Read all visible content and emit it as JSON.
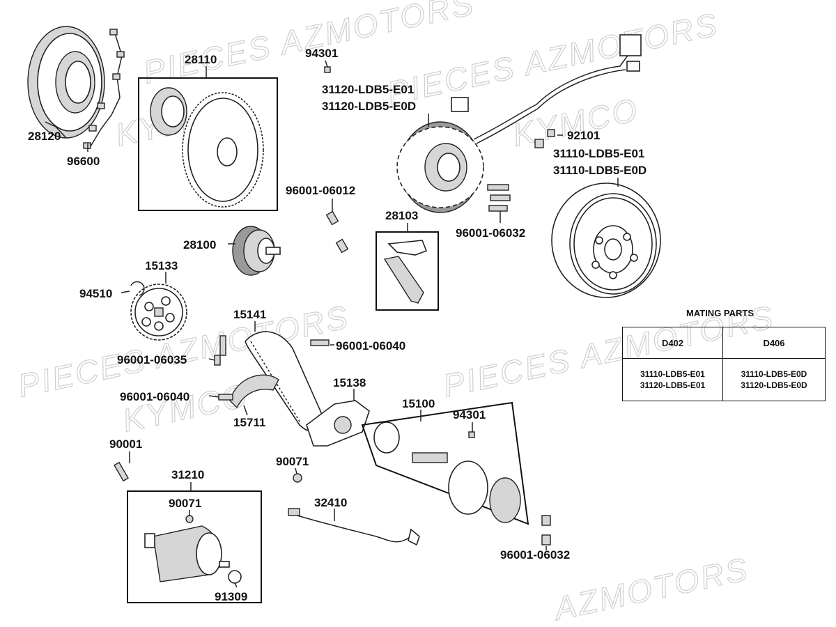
{
  "watermarks": [
    "PIECES AZMOTORS",
    "KYMCO",
    "PIECES AZMOTORS",
    "KYMCO",
    "PIECES AZMOTORS",
    "KYMCO",
    "PIECES AZMOTORS",
    "AZMOTORS"
  ],
  "labels": {
    "p28110": "28110",
    "p28120": "28120",
    "p96600": "96600",
    "p94301_top": "94301",
    "p31120_e01": "31120-LDB5-E01",
    "p31120_e0d": "31120-LDB5-E0D",
    "p92101": "92101",
    "p31110_e01": "31110-LDB5-E01",
    "p31110_e0d": "31110-LDB5-E0D",
    "p96001_06012": "96001-06012",
    "p28103": "28103",
    "p96001_06032_top": "96001-06032",
    "p28100": "28100",
    "p15133": "15133",
    "p94510": "94510",
    "p15141": "15141",
    "p96001_06040_top": "96001-06040",
    "p96001_06035": "96001-06035",
    "p15138": "15138",
    "p96001_06040_mid": "96001-06040",
    "p15711": "15711",
    "p15100": "15100",
    "p94301_mid": "94301",
    "p90001": "90001",
    "p90071_mid": "90071",
    "p31210": "31210",
    "p90071_box": "90071",
    "p32410": "32410",
    "p96001_06032_bottom": "96001-06032",
    "p91309": "91309"
  },
  "mating_parts": {
    "title": "MATING PARTS",
    "columns": [
      "D402",
      "D406"
    ],
    "rows": [
      [
        "31110-LDB5-E01",
        "31110-LDB5-E0D"
      ],
      [
        "31120-LDB5-E01",
        "31120-LDB5-E0D"
      ]
    ]
  }
}
